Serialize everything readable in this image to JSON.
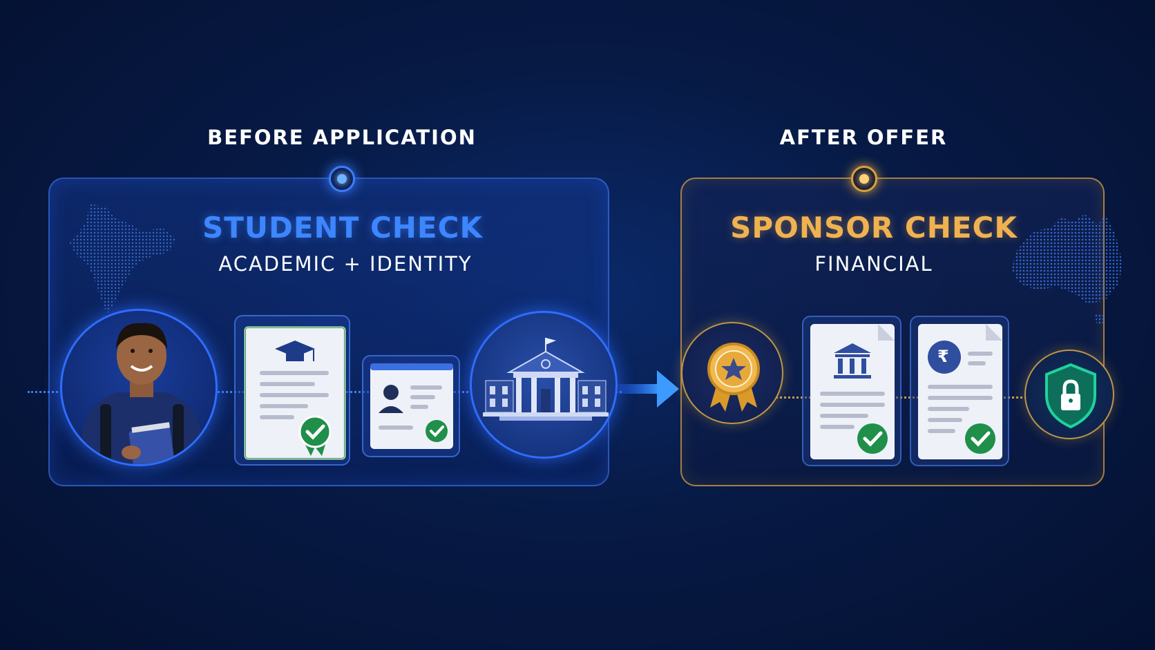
{
  "stages": [
    {
      "label": "BEFORE APPLICATION",
      "title": "STUDENT CHECK",
      "subtitle": "ACADEMIC + IDENTITY"
    },
    {
      "label": "AFTER OFFER",
      "title": "SPONSOR CHECK",
      "subtitle": "FINANCIAL"
    }
  ],
  "colors": {
    "blue_accent": "#3d86ff",
    "gold_accent": "#f0b250",
    "check_green": "#1f8f4a",
    "shield_green": "#1ed39b"
  },
  "icons": {
    "student": [
      "student-photo",
      "certificate-icon",
      "id-card-icon",
      "university-icon"
    ],
    "sponsor": [
      "award-badge-icon",
      "bank-document-icon",
      "rupee-document-icon",
      "shield-lock-icon"
    ],
    "maps": [
      "india-map-icon",
      "australia-map-icon"
    ],
    "rupee_symbol": "₹"
  }
}
